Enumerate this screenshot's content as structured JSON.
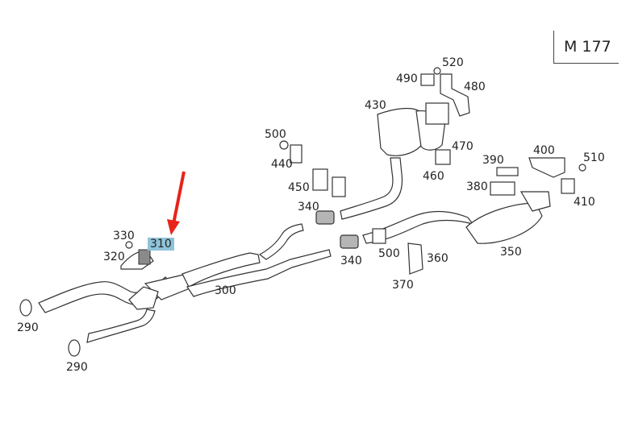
{
  "engine_code": "M 177",
  "highlighted_part": "310",
  "colors": {
    "highlight": "#8fc3d8",
    "arrow": "#e8231a"
  },
  "labels": {
    "p520": "520",
    "p490": "490",
    "p480": "480",
    "p430": "430",
    "p470": "470",
    "p500a": "500",
    "p440": "440",
    "p460": "460",
    "p390": "390",
    "p400": "400",
    "p510": "510",
    "p450": "450",
    "p380": "380",
    "p410": "410",
    "p340a": "340",
    "p330": "330",
    "p310": "310",
    "p320": "320",
    "p500b": "500",
    "p360": "360",
    "p340b": "340",
    "p350": "350",
    "p300": "300",
    "p370": "370",
    "p290a": "290",
    "p290b": "290"
  }
}
